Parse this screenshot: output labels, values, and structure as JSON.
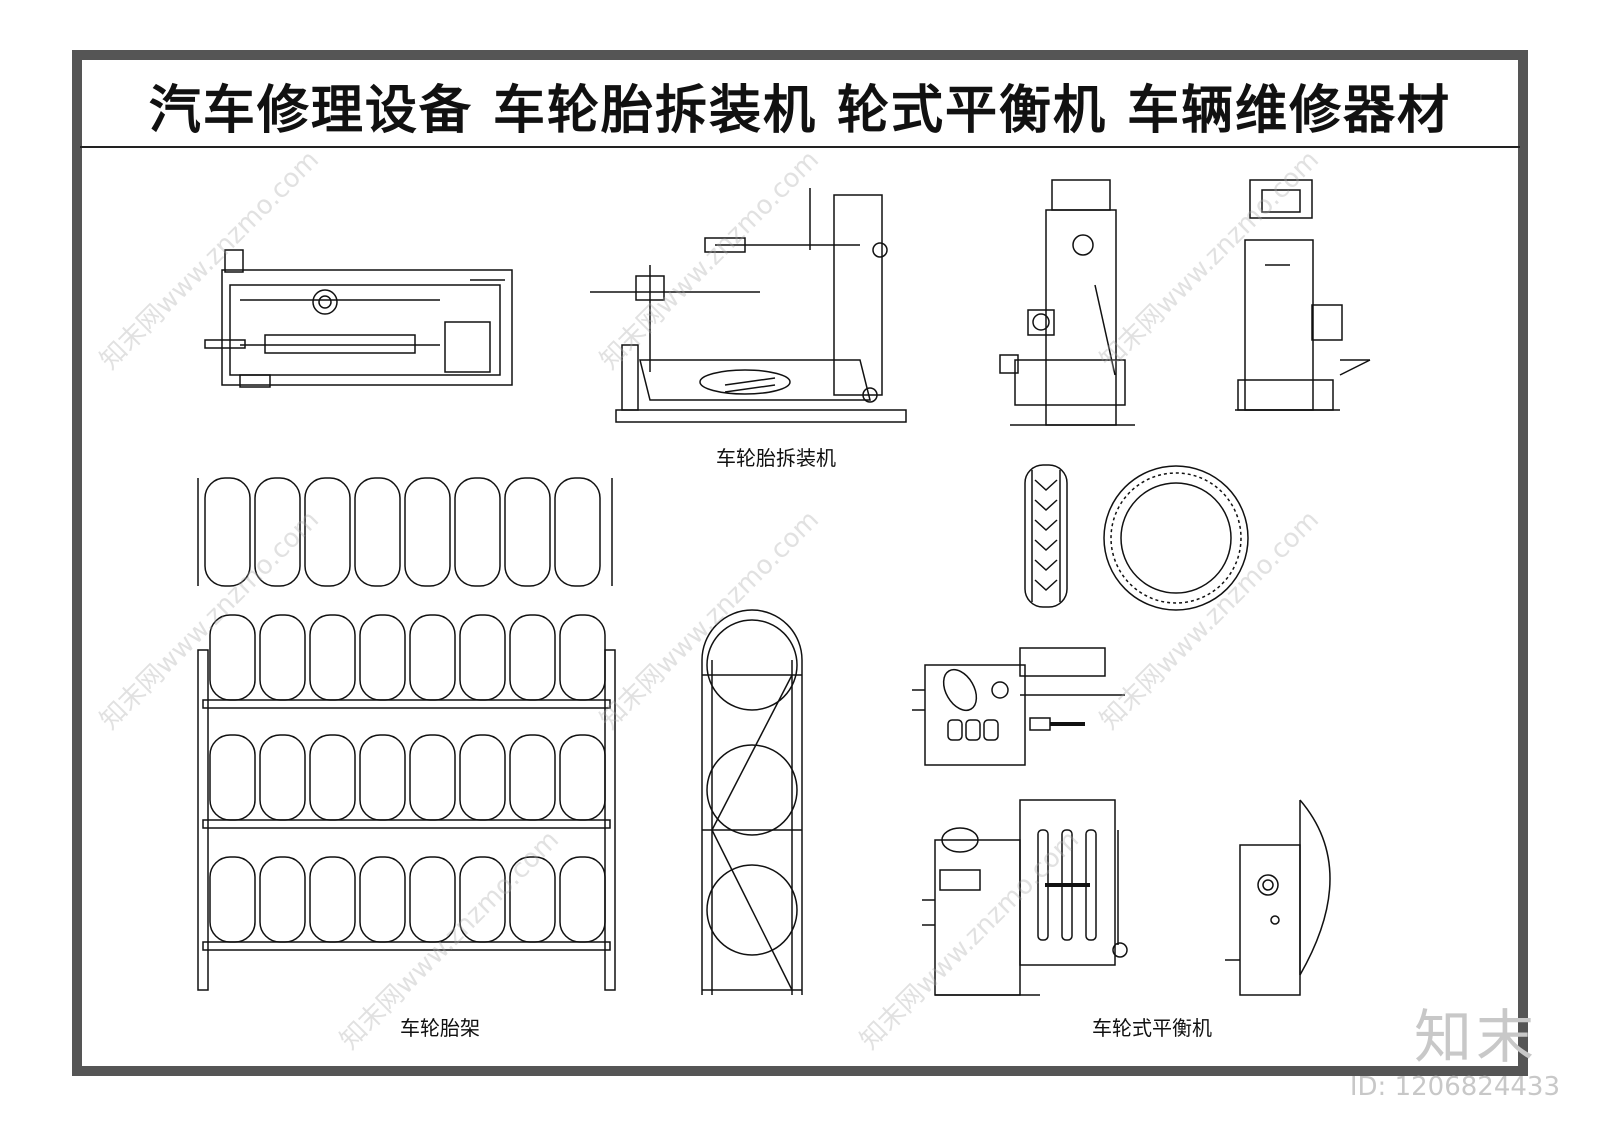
{
  "title": "汽车修理设备  车轮胎拆装机  轮式平衡机  车辆维修器材",
  "captions": {
    "tire_changer": "车轮胎拆装机",
    "tire_rack": "车轮胎架",
    "wheel_balancer": "车轮式平衡机"
  },
  "brand": "知末",
  "image_id": "ID: 1206824433",
  "watermark": "知末网www.znzmo.com"
}
